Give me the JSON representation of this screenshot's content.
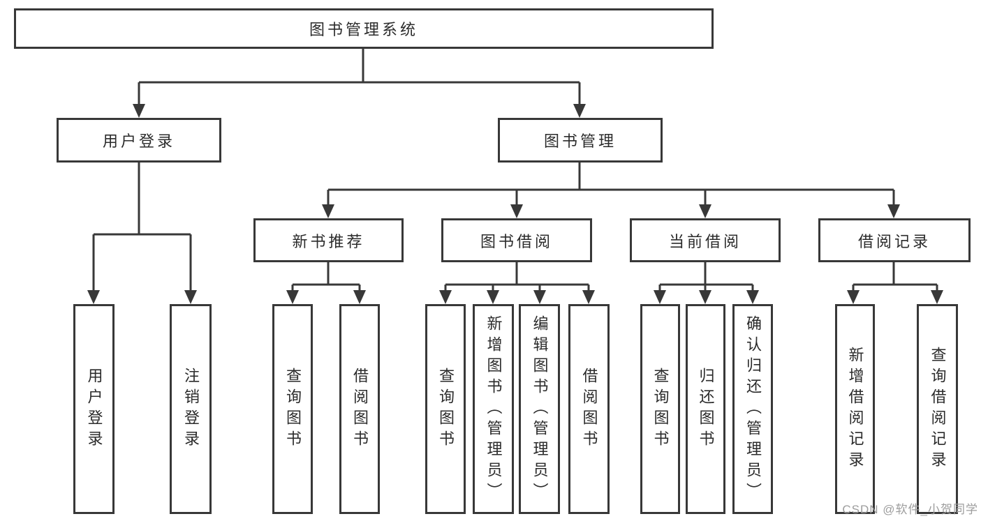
{
  "root": {
    "label": "图书管理系统"
  },
  "user_login": {
    "label": "用户登录",
    "children": [
      {
        "label": "用户登录"
      },
      {
        "label": "注销登录"
      }
    ]
  },
  "book_management": {
    "label": "图书管理",
    "groups": [
      {
        "label": "新书推荐",
        "children": [
          {
            "label": "查询图书"
          },
          {
            "label": "借阅图书"
          }
        ]
      },
      {
        "label": "图书借阅",
        "children": [
          {
            "label": "查询图书"
          },
          {
            "label": "新增图书（管理员）"
          },
          {
            "label": "编辑图书（管理员）"
          },
          {
            "label": "借阅图书"
          }
        ]
      },
      {
        "label": "当前借阅",
        "children": [
          {
            "label": "查询图书"
          },
          {
            "label": "归还图书"
          },
          {
            "label": "确认归还（管理员）"
          }
        ]
      },
      {
        "label": "借阅记录",
        "children": [
          {
            "label": "新增借阅记录"
          },
          {
            "label": "查询借阅记录"
          }
        ]
      }
    ]
  },
  "watermark": {
    "text": "CSDN @软件_小贺同学"
  },
  "colors": {
    "background": "#ffffff",
    "line": "#383838",
    "box_border": "#383838",
    "box_bg": "#ffffff",
    "text": "#2b2b2b",
    "watermark": "#9d9d9d"
  }
}
